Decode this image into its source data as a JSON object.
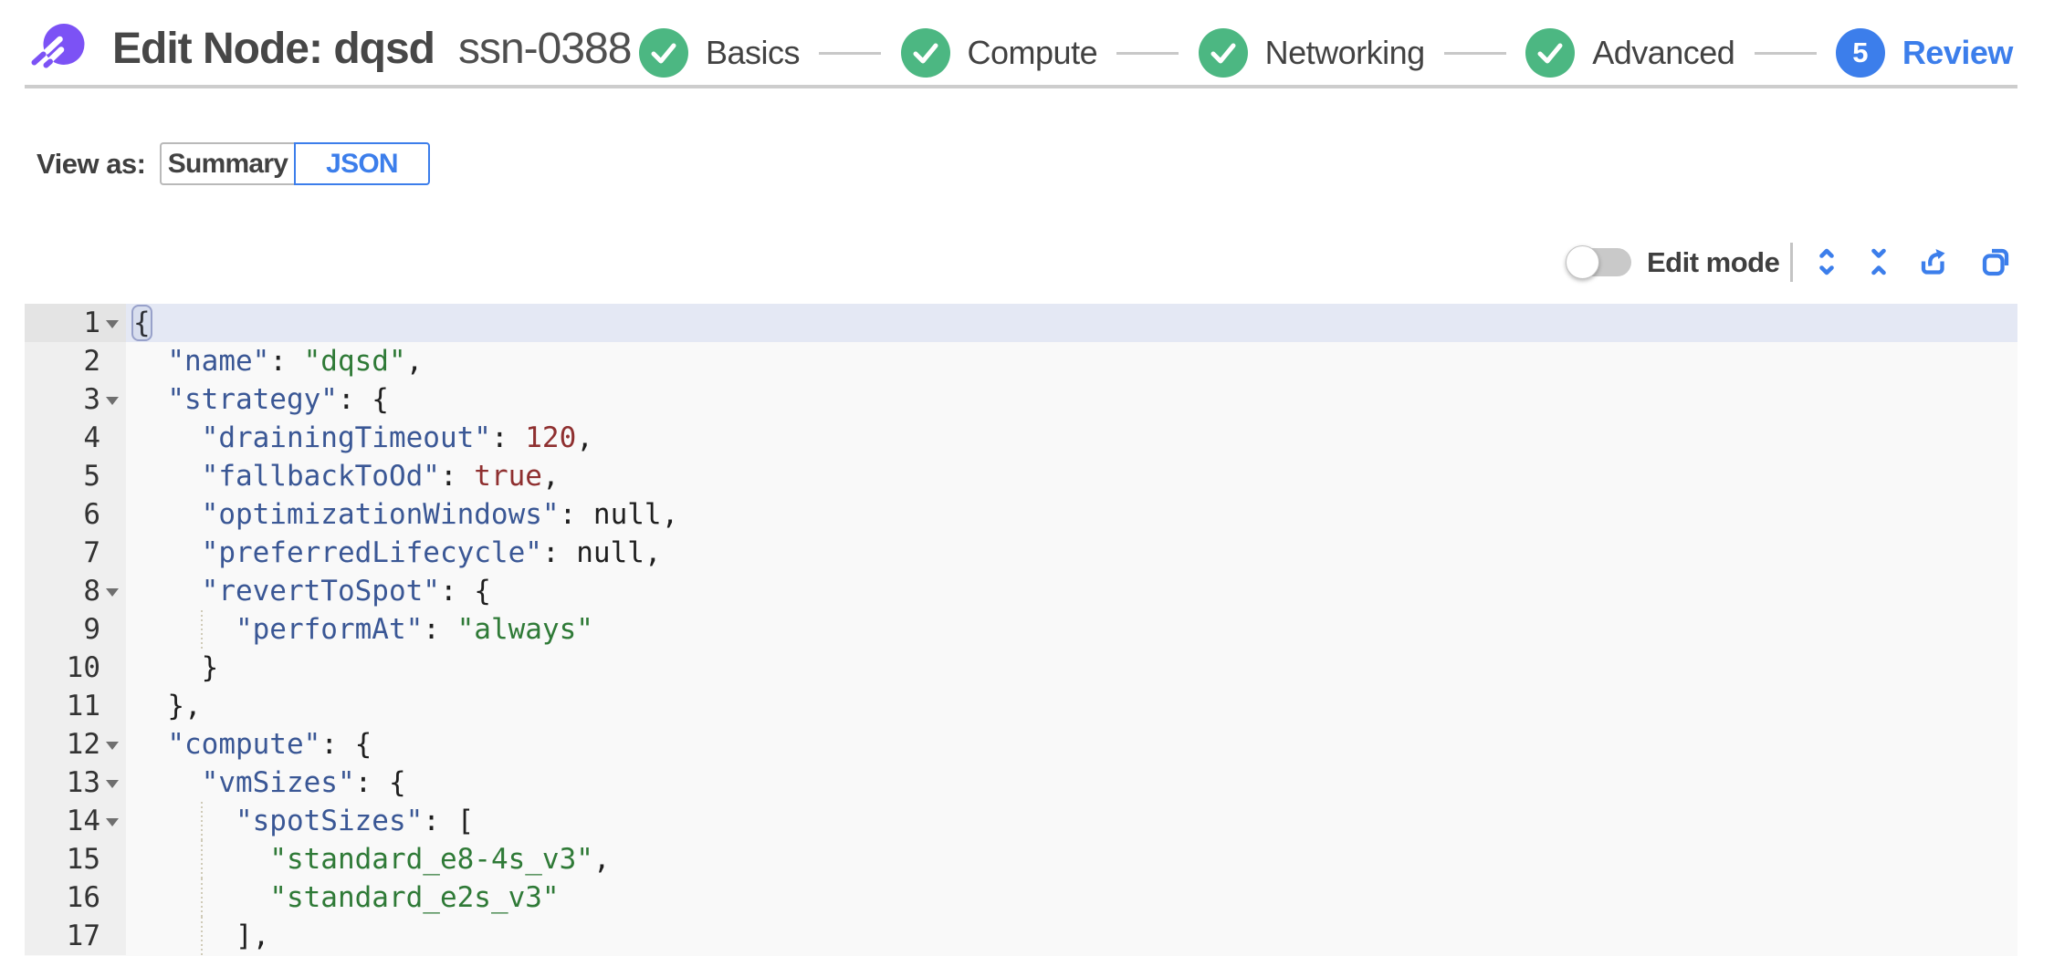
{
  "header": {
    "title": "Edit Node: dqsd",
    "node_id": "ssn-0388",
    "steps": [
      {
        "label": "Basics",
        "state": "completed"
      },
      {
        "label": "Compute",
        "state": "completed"
      },
      {
        "label": "Networking",
        "state": "completed"
      },
      {
        "label": "Advanced",
        "state": "completed"
      },
      {
        "label": "Review",
        "state": "current",
        "number": "5"
      }
    ]
  },
  "view_as": {
    "label": "View as:",
    "options": [
      {
        "label": "Summary",
        "selected": false
      },
      {
        "label": "JSON",
        "selected": true
      }
    ]
  },
  "toolbar": {
    "edit_mode_label": "Edit mode",
    "edit_mode_on": false,
    "icons": [
      "expand-all",
      "collapse-all",
      "export",
      "copy"
    ]
  },
  "editor": {
    "active_line": 1,
    "lines": [
      {
        "number": 1,
        "fold": true,
        "guide": false,
        "tokens": [
          [
            "plain",
            "{"
          ]
        ]
      },
      {
        "number": 2,
        "fold": false,
        "guide": false,
        "tokens": [
          [
            "plain",
            "  "
          ],
          [
            "key",
            "\"name\""
          ],
          [
            "plain",
            ": "
          ],
          [
            "str",
            "\"dqsd\""
          ],
          [
            "plain",
            ","
          ]
        ]
      },
      {
        "number": 3,
        "fold": true,
        "guide": false,
        "tokens": [
          [
            "plain",
            "  "
          ],
          [
            "key",
            "\"strategy\""
          ],
          [
            "plain",
            ": {"
          ]
        ]
      },
      {
        "number": 4,
        "fold": false,
        "guide": false,
        "tokens": [
          [
            "plain",
            "    "
          ],
          [
            "key",
            "\"drainingTimeout\""
          ],
          [
            "plain",
            ": "
          ],
          [
            "num",
            "120"
          ],
          [
            "plain",
            ","
          ]
        ]
      },
      {
        "number": 5,
        "fold": false,
        "guide": false,
        "tokens": [
          [
            "plain",
            "    "
          ],
          [
            "key",
            "\"fallbackToOd\""
          ],
          [
            "plain",
            ": "
          ],
          [
            "bool",
            "true"
          ],
          [
            "plain",
            ","
          ]
        ]
      },
      {
        "number": 6,
        "fold": false,
        "guide": false,
        "tokens": [
          [
            "plain",
            "    "
          ],
          [
            "key",
            "\"optimizationWindows\""
          ],
          [
            "plain",
            ": null,"
          ]
        ]
      },
      {
        "number": 7,
        "fold": false,
        "guide": false,
        "tokens": [
          [
            "plain",
            "    "
          ],
          [
            "key",
            "\"preferredLifecycle\""
          ],
          [
            "plain",
            ": null,"
          ]
        ]
      },
      {
        "number": 8,
        "fold": true,
        "guide": false,
        "tokens": [
          [
            "plain",
            "    "
          ],
          [
            "key",
            "\"revertToSpot\""
          ],
          [
            "plain",
            ": {"
          ]
        ]
      },
      {
        "number": 9,
        "fold": false,
        "guide": true,
        "tokens": [
          [
            "plain",
            "      "
          ],
          [
            "key",
            "\"performAt\""
          ],
          [
            "plain",
            ": "
          ],
          [
            "str",
            "\"always\""
          ]
        ]
      },
      {
        "number": 10,
        "fold": false,
        "guide": false,
        "tokens": [
          [
            "plain",
            "    }"
          ]
        ]
      },
      {
        "number": 11,
        "fold": false,
        "guide": false,
        "tokens": [
          [
            "plain",
            "  },"
          ]
        ]
      },
      {
        "number": 12,
        "fold": true,
        "guide": false,
        "tokens": [
          [
            "plain",
            "  "
          ],
          [
            "key",
            "\"compute\""
          ],
          [
            "plain",
            ": {"
          ]
        ]
      },
      {
        "number": 13,
        "fold": true,
        "guide": false,
        "tokens": [
          [
            "plain",
            "    "
          ],
          [
            "key",
            "\"vmSizes\""
          ],
          [
            "plain",
            ": {"
          ]
        ]
      },
      {
        "number": 14,
        "fold": true,
        "guide": true,
        "tokens": [
          [
            "plain",
            "      "
          ],
          [
            "key",
            "\"spotSizes\""
          ],
          [
            "plain",
            ": ["
          ]
        ]
      },
      {
        "number": 15,
        "fold": false,
        "guide": true,
        "tokens": [
          [
            "plain",
            "        "
          ],
          [
            "str",
            "\"standard_e8-4s_v3\""
          ],
          [
            "plain",
            ","
          ]
        ]
      },
      {
        "number": 16,
        "fold": false,
        "guide": true,
        "tokens": [
          [
            "plain",
            "        "
          ],
          [
            "str",
            "\"standard_e2s_v3\""
          ]
        ]
      },
      {
        "number": 17,
        "fold": false,
        "guide": true,
        "tokens": [
          [
            "plain",
            "      ],"
          ]
        ]
      }
    ]
  },
  "colors": {
    "accent_blue": "#3c7eeb",
    "success_green": "#4cb782",
    "brand_purple": "#7c52f5",
    "editor_active_line": "#e4e8f4",
    "token_key": "#3a5795",
    "token_string": "#2f7a37",
    "token_number": "#8f3030"
  }
}
